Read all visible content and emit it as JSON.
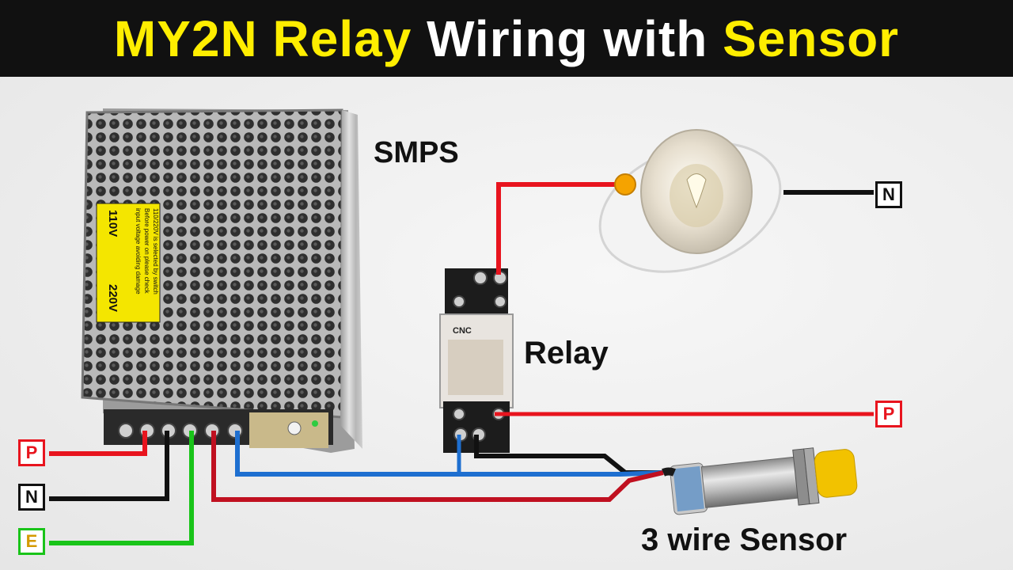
{
  "title": {
    "word1": "MY2N",
    "word2": "Relay",
    "word3": "Wiring with",
    "word4": "Sensor"
  },
  "labels": {
    "smps": "SMPS",
    "relay": "Relay",
    "sensor": "3 wire Sensor"
  },
  "terminals": {
    "lamp_neutral": "N",
    "relay_phase": "P",
    "supply_phase": "P",
    "supply_neutral": "N",
    "supply_earth": "E"
  },
  "smps_sticker": {
    "line1": "110/220V is selected by switch",
    "line2": "Before power on please check",
    "line3": "input voltage avoiding damage",
    "v110": "110V",
    "v220": "220V"
  },
  "relay_brand": "CNC",
  "colors": {
    "title_bg": "#111111",
    "title_yellow": "#ffee00",
    "title_white": "#ffffff",
    "wire_phase": "#e8141e",
    "wire_dark_red": "#c01020",
    "wire_neutral": "#111111",
    "wire_earth": "#19c419",
    "wire_blue": "#1e6fd0",
    "lamp_dot": "#f5a300",
    "sensor_cap": "#f2c200"
  }
}
